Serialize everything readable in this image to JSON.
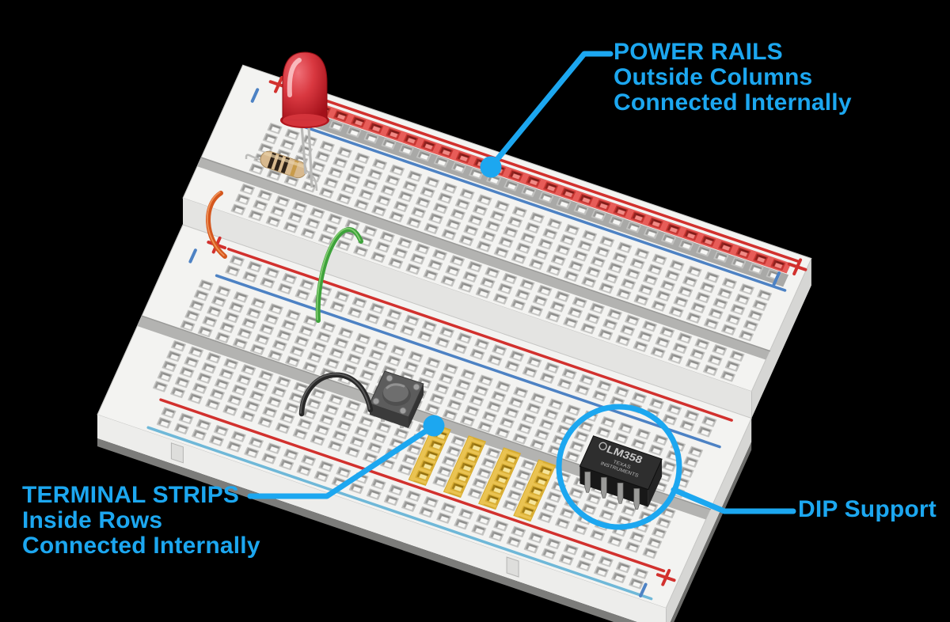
{
  "background": "#000000",
  "accent": "#1CA7F0",
  "annotations": {
    "power_rails": {
      "lines": [
        "POWER RAILS",
        "Outside Columns",
        "Connected Internally"
      ]
    },
    "terminal_strips": {
      "lines": [
        "TERMINAL STRIPS",
        "Inside Rows",
        "Connected Internally"
      ]
    },
    "dip_support": {
      "label": "DIP Support"
    }
  },
  "board": {
    "plus_mark": "+",
    "minus_mark": "−",
    "top_color": "#F3F3F1",
    "left_face": "#E9E9E7",
    "right_face": "#D6D6D4",
    "step_face": "#E4E4E2",
    "front_face": "#EDEDEB",
    "base_color": "#7C7C7A",
    "channel_color": "#B3B3B1",
    "rail_red_stripe": "#D2312E",
    "rail_blue_stripe": "#4D82C4",
    "rail_blue_light": "#6FB8D8",
    "highlight_red": "#E5423D",
    "highlight_yellow": "#EAC14A"
  },
  "ic": {
    "part": "LM358",
    "brand_line1": "TEXAS",
    "brand_line2": "INSTRUMENTS"
  },
  "components": {
    "led": "red-led",
    "resistor": "resistor",
    "button": "tactile-push-button",
    "wire_orange": "orange-jumper-wire",
    "wire_green": "green-jumper-wire",
    "wire_black": "black-jumper-wire",
    "ic": "lm358-dip8-ic"
  }
}
